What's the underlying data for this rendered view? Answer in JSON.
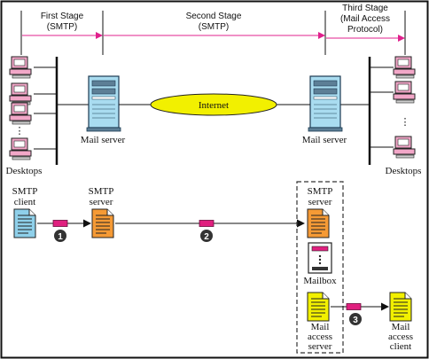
{
  "stages": {
    "first": [
      "First Stage",
      "(SMTP)"
    ],
    "second": [
      "Second Stage",
      "(SMTP)"
    ],
    "third": [
      "Third Stage",
      "(Mail Access",
      "Protocol)"
    ]
  },
  "top": {
    "internet_label": "Internet",
    "left_server_label": "Mail server",
    "right_server_label": "Mail server",
    "left_desktops_label": "Desktops",
    "right_desktops_label": "Desktops",
    "left_dots": "⋮",
    "right_dots": "⋮"
  },
  "bottom": {
    "smtp_client": [
      "SMTP",
      "client"
    ],
    "smtp_server_1": [
      "SMTP",
      "server"
    ],
    "smtp_server_2": [
      "SMTP",
      "server"
    ],
    "mailbox": "Mailbox",
    "mail_access_server": [
      "Mail",
      "access",
      "server"
    ],
    "mail_access_client": [
      "Mail",
      "access",
      "client"
    ],
    "step1": "1",
    "step2": "2",
    "step3": "3"
  },
  "colors": {
    "stage_arrow": "#e0208c",
    "internet_fill": "#f2f000",
    "server_fill": "#a9dcf0",
    "pc_fill": "#f2a7c8",
    "doc_client": "#8fd0ea",
    "doc_server": "#f59a35",
    "doc_access": "#f2f000",
    "packet": "#e0207f"
  }
}
